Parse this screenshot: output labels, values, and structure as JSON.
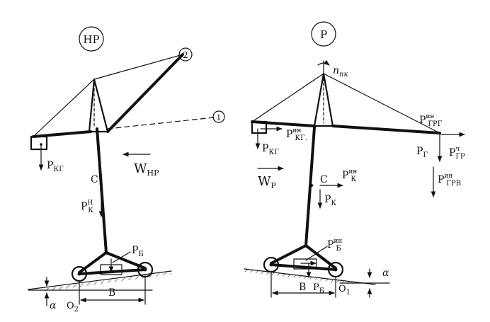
{
  "left": {
    "mode_label": "НР",
    "marker_1": "1",
    "marker_2": "2",
    "load_label": "P",
    "load_sub": "КГ",
    "wind_label": "W",
    "wind_sub": "НР",
    "c_label": "C",
    "pk_label": "P",
    "pk_sub": "К",
    "pk_sup": "Н",
    "pb_label": "P",
    "pb_sub": "Б",
    "b_label": "B",
    "alpha_label": "α",
    "pivot_label": "O",
    "pivot_sub": "2"
  },
  "right": {
    "mode_label": "Р",
    "rot_label": "n",
    "rot_sub": "пк",
    "pkg_label": "P",
    "pkg_sub": "КГ",
    "pkgin_label": "P",
    "pkgin_sub": "КГ.",
    "pkgin_sup": "ин",
    "wind_label": "W",
    "wind_sub": "Р",
    "c_label": "C",
    "pkin_label": "P",
    "pkin_sub": "К",
    "pkin_sup": "ин",
    "pk_label": "P",
    "pk_sub": "К",
    "pg_label": "P",
    "pg_sub": "Г",
    "pgrgin_label": "P",
    "pgrgin_sub": "ГРГ",
    "pgrgin_sup": "ин",
    "pgr_label": "P",
    "pgr_sub": "ГР",
    "pgr_sup": "ч",
    "pgrv_label": "P",
    "pgrv_sub": "ГРВ",
    "pgrv_sup": "ин",
    "pbin_label": "P",
    "pbin_sub": "Б",
    "pbin_sup": "ин",
    "pb_label": "P",
    "pb_sub": "Б",
    "b_label": "B",
    "alpha_label": "α",
    "pivot_label": "O",
    "pivot_sub": "1"
  }
}
